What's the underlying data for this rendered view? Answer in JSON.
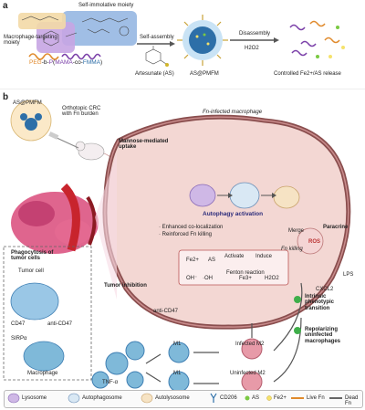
{
  "panel_a": {
    "label": "a",
    "self_immolative": "Self-immolative moiety",
    "macrophage_targeting": "Macrophage-targeting moiety",
    "polymer_peg": "PEG",
    "polymer_b1": "-b-",
    "polymer_p": "P",
    "polymer_mama": "MAMA",
    "polymer_co": "-co-",
    "polymer_fmma": "FMMA",
    "self_assembly": "Self-assembly",
    "artesunate": "Artesunate (AS)",
    "as_pmfm": "AS@PMFM",
    "disassembly": "Disassembly",
    "h2o2": "H2O2",
    "controlled_release": "Controlled Fe2+/AS release"
  },
  "panel_b": {
    "label": "b",
    "as_pmfm": "AS@PMFM",
    "orthotopic_l1": "Orthotopic CRC",
    "orthotopic_l2": "with Fn burden",
    "fn_infected": "Fn-infected macrophage",
    "mannose_l1": "Mannose-mediated",
    "mannose_l2": "uptake",
    "autophagy": "Autophagy activation",
    "enhanced": "· Enhanced co-localization",
    "reinforced": "· Reinforced Fn killing",
    "merge": "Merge",
    "fn_killing": "Fn killing",
    "ros": "ROS",
    "paracrine": "Paracrine",
    "lps": "LPS",
    "cxcl2": "CXCL2",
    "fe2": "Fe2+",
    "as": "AS",
    "activate": "Activate",
    "induce": "Induce",
    "fenton": "Fenton reaction",
    "fe3": "Fe3+",
    "oh_minus": "OH⁻",
    "oh_radical": "·OH",
    "h2o2": "H2O2",
    "phago_l1": "Phagocytosis of",
    "phago_l2": "tumor cells",
    "tumor_cell": "Tumor cell",
    "cd47": "CD47",
    "anti_cd47": "anti-CD47",
    "sirpa": "SIRPα",
    "macrophage": "Macrophage",
    "tumor_inhibition": "Tumor inhibition",
    "anti_cd47_main": "anti-CD47",
    "intrinsic_l1": "Intrinsic",
    "intrinsic_l2": "phenotypic",
    "intrinsic_l3": "transition",
    "repolarizing_l1": "Repolarizing",
    "repolarizing_l2": "uninfected macrophages",
    "m1_top": "M1",
    "m1_bottom": "M1",
    "infected_m2": "Infected M2",
    "uninfected_m2": "Uninfected M2",
    "tnf": "TNF-α"
  },
  "legend": {
    "lysosome": "Lysosome",
    "autophagosome": "Autophagosome",
    "autolysosome": "Autolysosome",
    "cd206": "CD206",
    "as": "AS",
    "fe2": "Fe2+",
    "live_fn": "Live Fn",
    "dead_fn": "Dead Fn"
  },
  "colors": {
    "membrane": "#8a4e4e",
    "cytoplasm": "#f3d7d3",
    "nanoparticle_core": "#2d6fa8",
    "tumor": "#d94a7a",
    "m1_cell": "#7fb9d9",
    "m2_cell": "#e79aa8",
    "autophagy_text": "#2a2a7a",
    "arrow": "#555555",
    "blue_panel": "#7fa7d8"
  }
}
